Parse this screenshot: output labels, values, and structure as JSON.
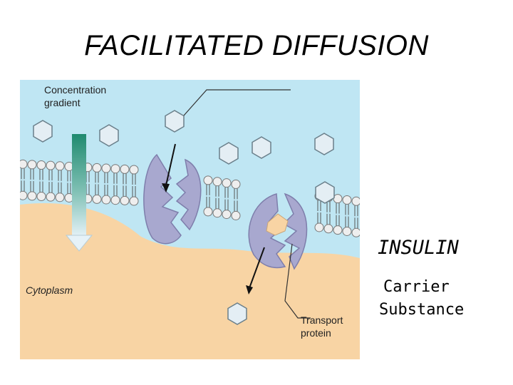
{
  "slide": {
    "title": "FACILITATED DIFFUSION",
    "insulin_label": "INSULIN",
    "carrier_line1": "Carrier",
    "carrier_line2": "Substance"
  },
  "diagram": {
    "concentration_gradient_line1": "Concentration",
    "concentration_gradient_line2": "gradient",
    "cytoplasm_label": "Cytoplasm",
    "transport_protein_line1": "Transport",
    "transport_protein_line2": "protein"
  },
  "colors": {
    "extracellular": "#bfe6f3",
    "cytoplasm": "#f8d4a4",
    "lipid_head": "#eeeeee",
    "protein": "#a8a8cf",
    "gradient_top": "#1f8a6f",
    "gradient_bottom": "#e6f2f8",
    "molecule_fill": "#e4eef4"
  },
  "icons": [
    "down-arrow-icon",
    "hexagon-molecule-icon"
  ]
}
